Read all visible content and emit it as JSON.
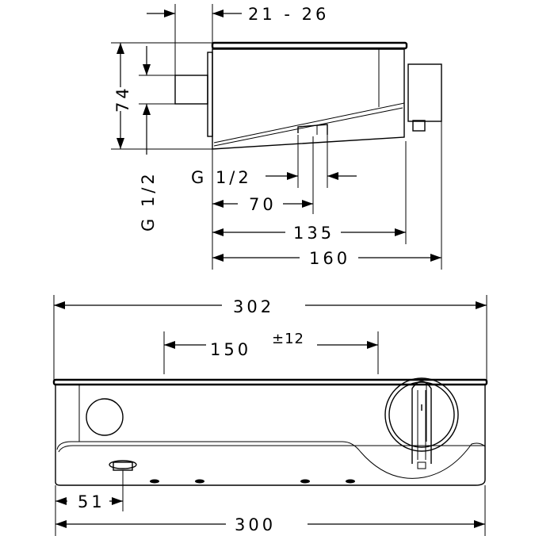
{
  "drawing": {
    "side_view": {
      "dim_wall_depth": "21 - 26",
      "dim_height": "74",
      "dim_thread_left": "G 1/2",
      "dim_thread_bottom": "G 1/2",
      "dim_outlet_pos": "70",
      "dim_body_depth": "135",
      "dim_total_depth": "160"
    },
    "front_view": {
      "dim_shelf_width": "302",
      "dim_inlet_spacing": "150",
      "dim_inlet_tolerance": "±12",
      "dim_outlet_offset": "51",
      "dim_body_width": "300"
    }
  }
}
